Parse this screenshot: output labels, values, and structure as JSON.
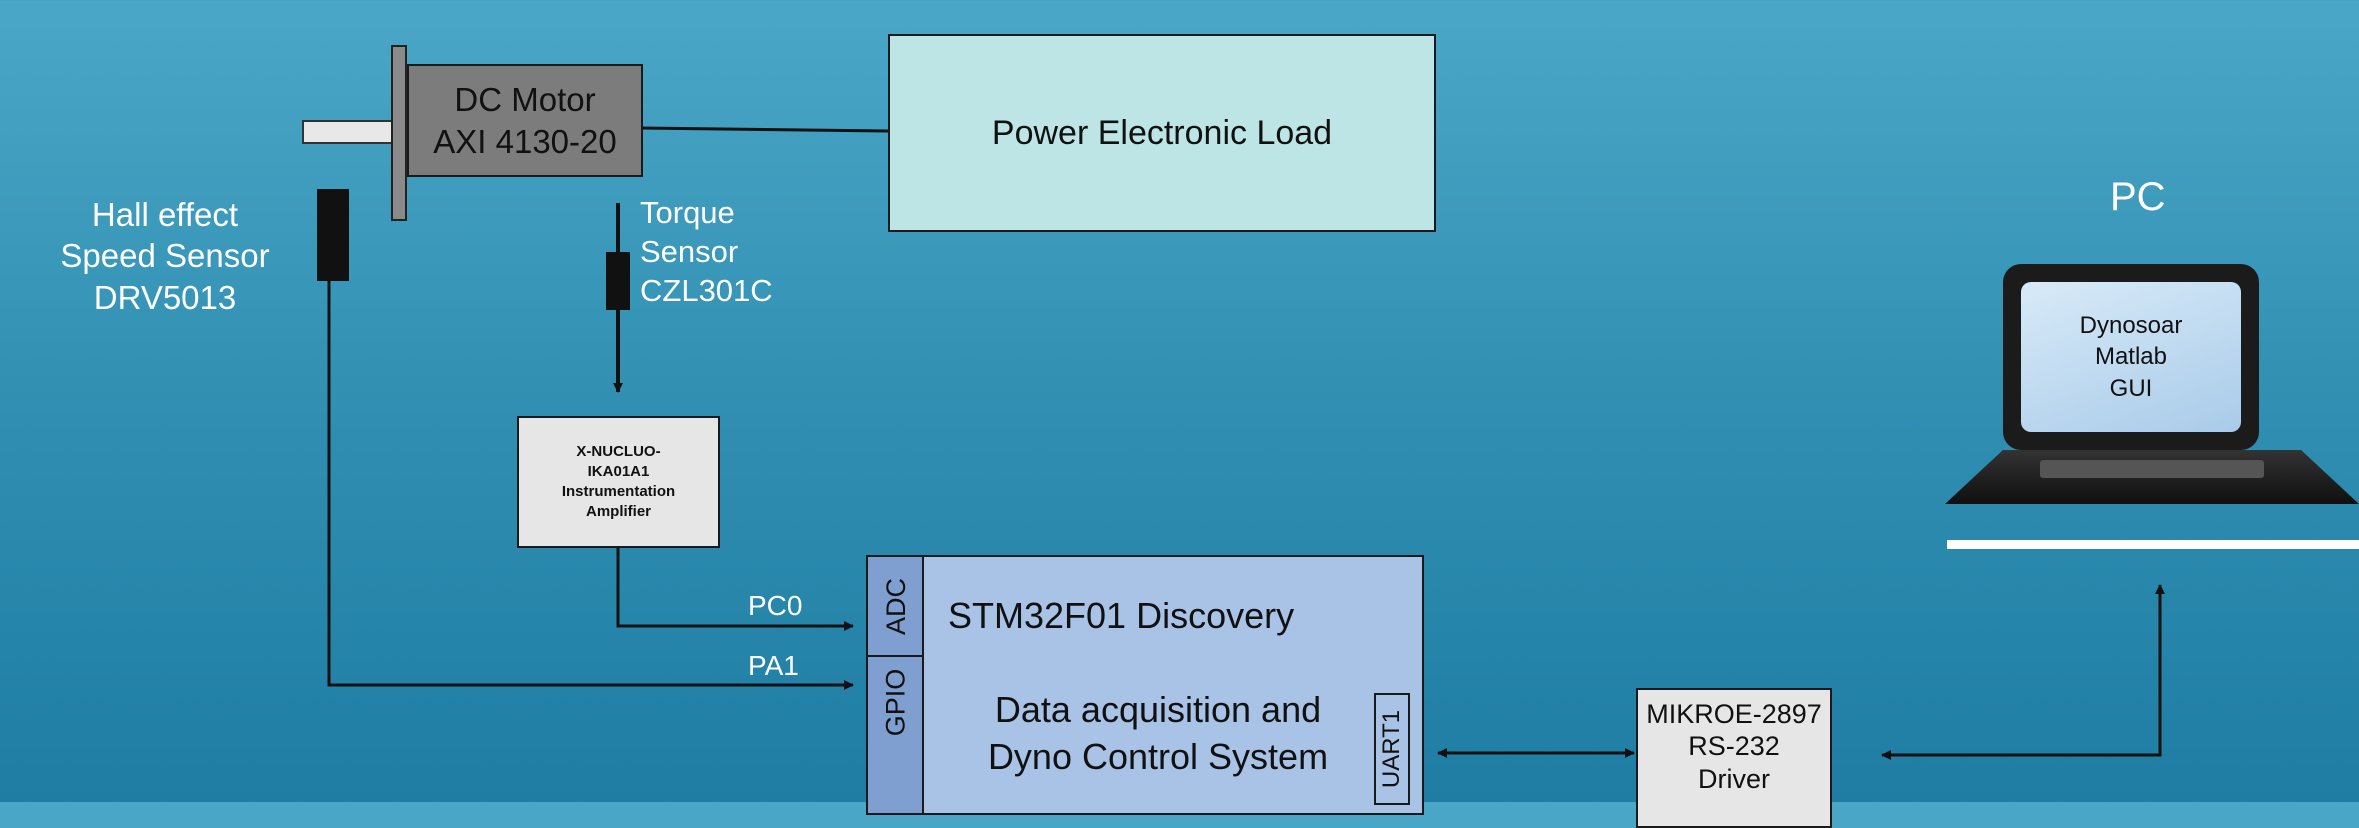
{
  "motor": {
    "line1": "DC Motor",
    "line2": "AXI 4130-20"
  },
  "load": {
    "label": "Power Electronic Load"
  },
  "hall_sensor": {
    "label": "Hall effect\nSpeed Sensor\nDRV5013"
  },
  "torque_sensor": {
    "label": "Torque\nSensor\nCZL301C"
  },
  "amplifier": {
    "label": "X-NUCLUO-\nIKA01A1\nInstrumentation\nAmplifier"
  },
  "board": {
    "title": "STM32F01 Discovery",
    "subtitle": "Data acquisition and\nDyno Control System",
    "adc": "ADC",
    "gpio": "GPIO",
    "uart": "UART1"
  },
  "pins": {
    "pc0": "PC0",
    "pa1": "PA1"
  },
  "driver": {
    "label": "MIKROE-2897\nRS-232\nDriver"
  },
  "pc": {
    "title": "PC",
    "screen": "Dynosoar\nMatlab\nGUI"
  },
  "colors": {
    "motor": "#7c7c7c",
    "load": "#bde5e6",
    "board": "#a9c3e6",
    "board_port": "#7f9fd1",
    "amp": "#e6e6e6",
    "wire": "#111111"
  }
}
